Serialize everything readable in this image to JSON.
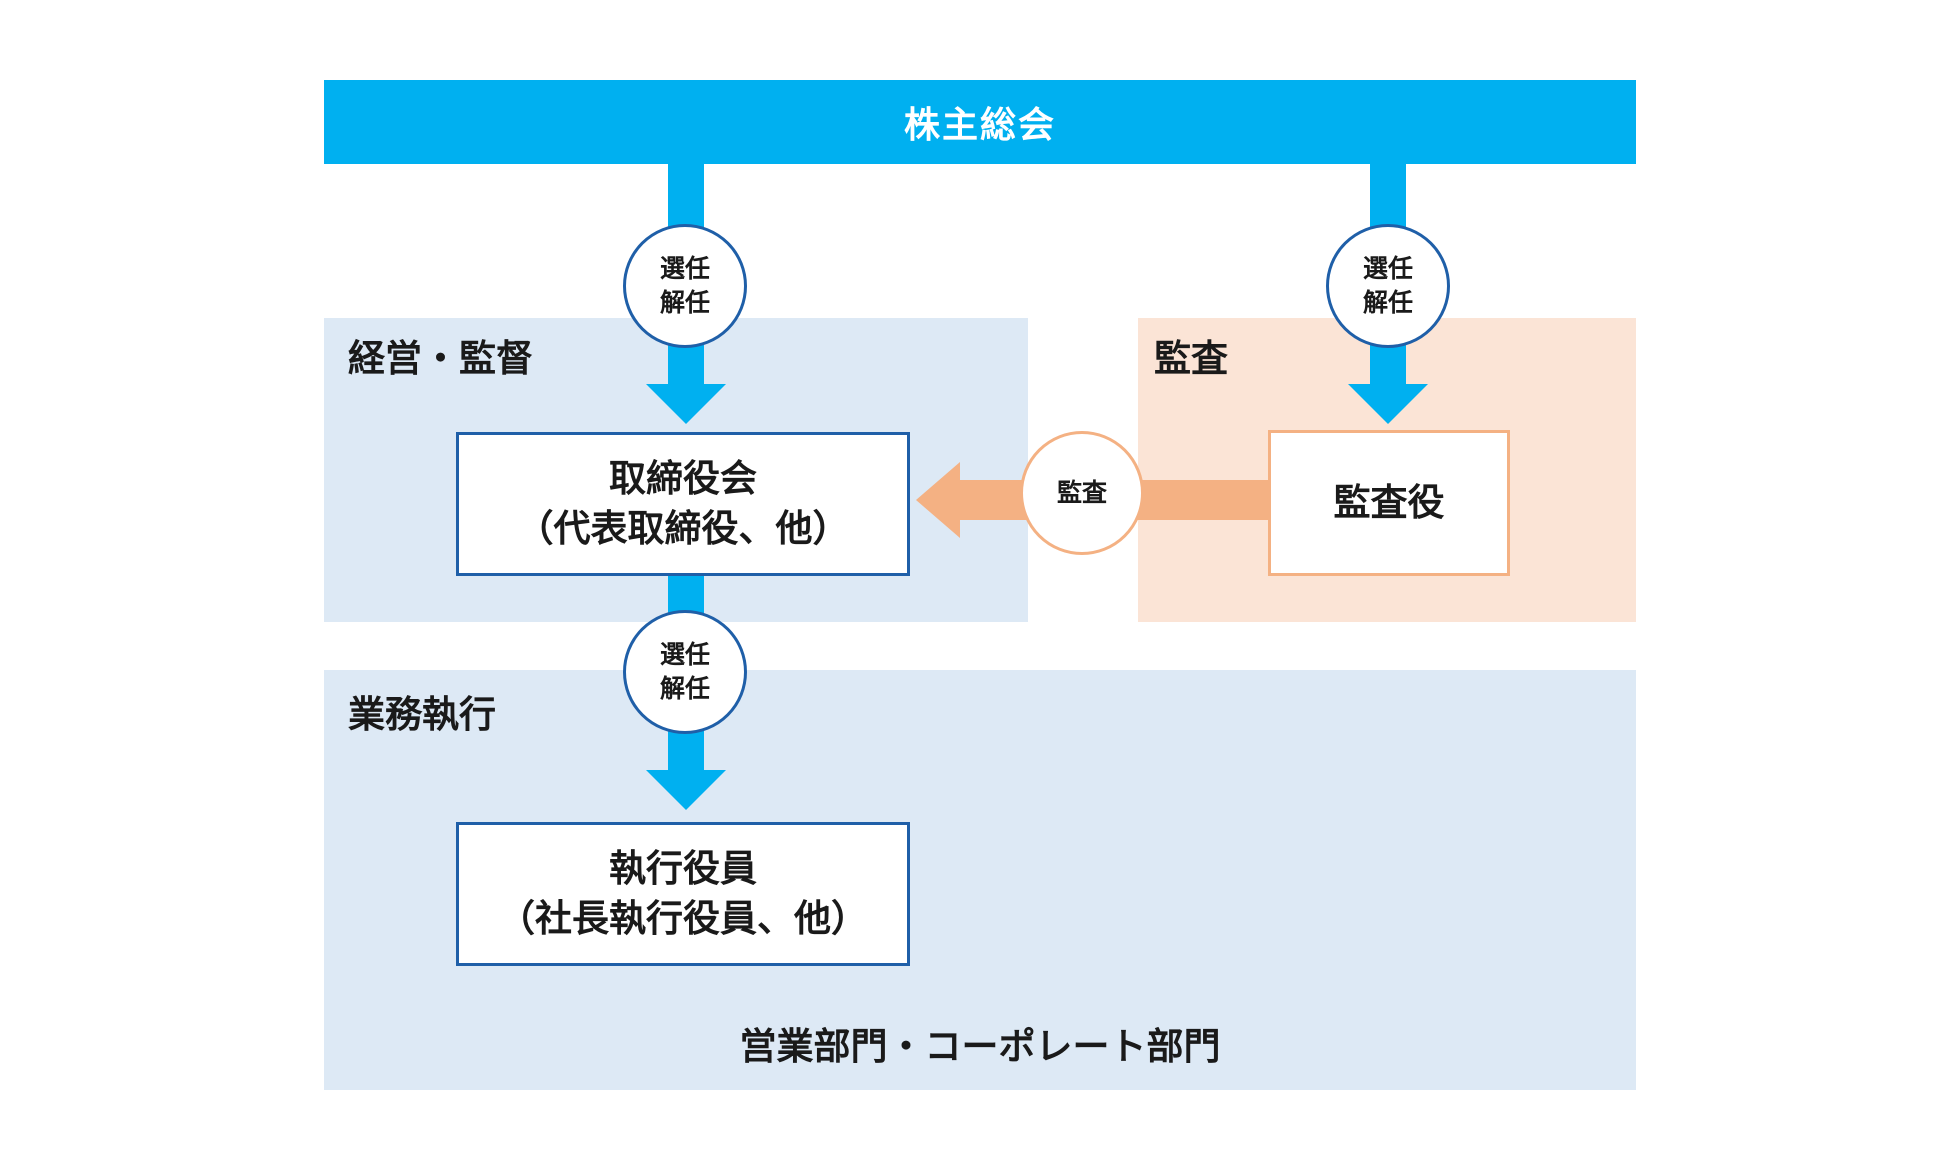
{
  "top_bar": {
    "label": "株主総会"
  },
  "zones": {
    "management": {
      "label": "経営・監督"
    },
    "audit": {
      "label": "監査"
    },
    "execution": {
      "label": "業務執行"
    }
  },
  "boxes": {
    "board": {
      "line1": "取締役会",
      "line2": "（代表取締役、他）"
    },
    "auditor": {
      "line1": "監査役"
    },
    "officers": {
      "line1": "執行役員",
      "line2": "（社長執行役員、他）"
    }
  },
  "connectors": {
    "appoint_board": {
      "line1": "選任",
      "line2": "解任"
    },
    "appoint_auditor": {
      "line1": "選任",
      "line2": "解任"
    },
    "appoint_officers": {
      "line1": "選任",
      "line2": "解任"
    },
    "audit_arrow": {
      "label": "監査"
    }
  },
  "footer": {
    "label": "営業部門・コーポレート部門"
  },
  "colors": {
    "primary_blue": "#00b0f0",
    "zone_blue": "#dde9f5",
    "zone_orange": "#fbe4d6",
    "accent_orange": "#f4b183",
    "box_border_blue": "#1f5fa8"
  }
}
